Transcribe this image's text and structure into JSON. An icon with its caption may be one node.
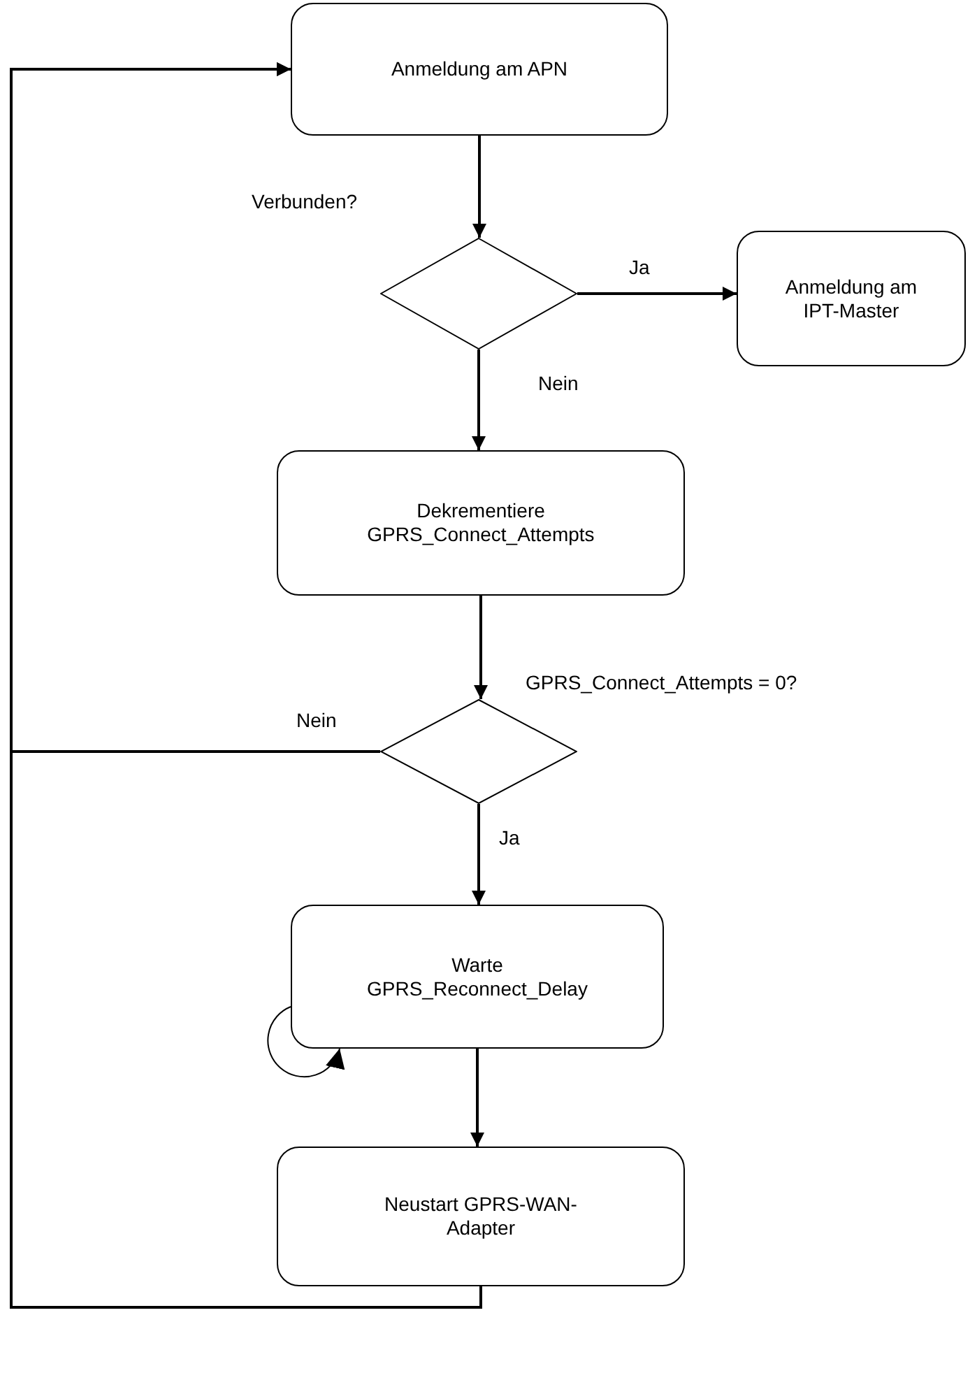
{
  "diagram": {
    "nodes": [
      {
        "text": [
          "Anmeldung am APN"
        ]
      },
      {
        "text": [
          "Verbunden?"
        ]
      },
      {
        "text": [
          "Anmeldung am IPT-Master"
        ]
      },
      {
        "text": [
          "Dekrementiere GPRS_Connect_Attempts"
        ]
      },
      {
        "text": [
          "GPRS_Connect_Attempts = 0?"
        ]
      },
      {
        "text": [
          "Warte GPRS_Reconnect_Delay"
        ]
      },
      {
        "text": [
          "Neustart GPRS-WAN-Adapter"
        ]
      }
    ],
    "edges": [
      {
        "from": 0,
        "to": 1,
        "arrow": "to"
      },
      {
        "from": 1,
        "to": 2,
        "arrow": "to",
        "label": "Ja"
      },
      {
        "from": 1,
        "to": 3,
        "arrow": "to",
        "label": "Nein"
      },
      {
        "from": 3,
        "to": 4,
        "arrow": "to"
      },
      {
        "from": 4,
        "to": 0,
        "arrow": "to",
        "label": "Nein"
      },
      {
        "from": 4,
        "to": 5,
        "arrow": "to",
        "label": "Ja"
      },
      {
        "from": 5,
        "to": 5,
        "arrow": "to"
      },
      {
        "from": 5,
        "to": 6,
        "arrow": "to"
      },
      {
        "from": 6,
        "to": 0,
        "arrow": "to"
      }
    ]
  }
}
